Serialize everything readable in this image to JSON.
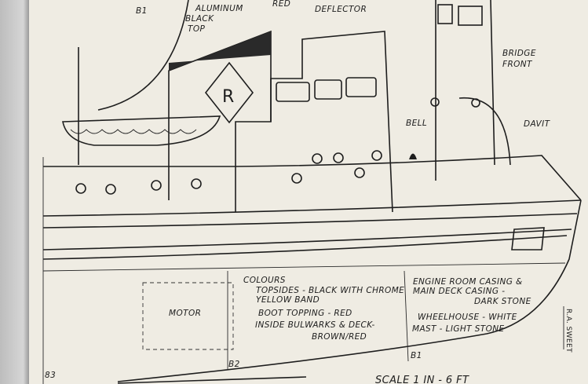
{
  "labels": {
    "b1_top": "B1",
    "aluminum": "ALUMINUM",
    "black_top_1": "BLACK",
    "black_top_2": "TOP",
    "red": "RED",
    "deflector": "DEFLECTOR",
    "bridge_front_1": "BRIDGE",
    "bridge_front_2": "FRONT",
    "bell": "BELL",
    "davit": "DAVIT",
    "funnel_logo": "R",
    "motor": "MOTOR",
    "b2": "B2",
    "b1_bottom": "B1",
    "page_number": "83",
    "scale": "SCALE 1 IN - 6 FT",
    "signature": "R.A. SWEET"
  },
  "colours_note": {
    "heading": "COLOURS",
    "lines": [
      "TOPSIDES - BLACK WITH CHROME",
      "YELLOW BAND",
      "BOOT TOPPING - RED",
      "INSIDE BULWARKS & DECK-",
      "BROWN/RED"
    ],
    "right_lines": [
      "ENGINE ROOM CASING &",
      "MAIN DECK CASING -",
      "DARK STONE",
      "WHEELHOUSE - WHITE",
      "MAST - LIGHT STONE"
    ]
  }
}
